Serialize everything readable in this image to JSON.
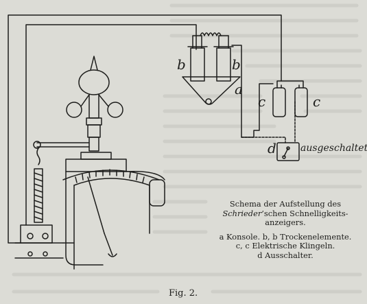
{
  "diagram": {
    "labels": {
      "b_left": "b",
      "b_right": "b",
      "a": "a",
      "c_left": "c",
      "c_right": "c",
      "d": "d",
      "switch_state": "ausgeschaltet"
    }
  },
  "caption": {
    "title_line1": "Schema der Aufstellung des",
    "title_line2_name": "Schrieder",
    "title_line2_rest": "’schen Schnelligkeits-",
    "title_line3": "anzeigers.",
    "legend_line1": "a Konsole.  b, b Trockenelemente.",
    "legend_line2": "c, c Elektrische Klingeln.",
    "legend_line3": "d Ausschalter."
  },
  "figure_label": "Fig. 2.",
  "colors": {
    "paper": "#dcdcd6",
    "ink": "#1d1d1b",
    "show_through_text": "#bdbdb6"
  }
}
